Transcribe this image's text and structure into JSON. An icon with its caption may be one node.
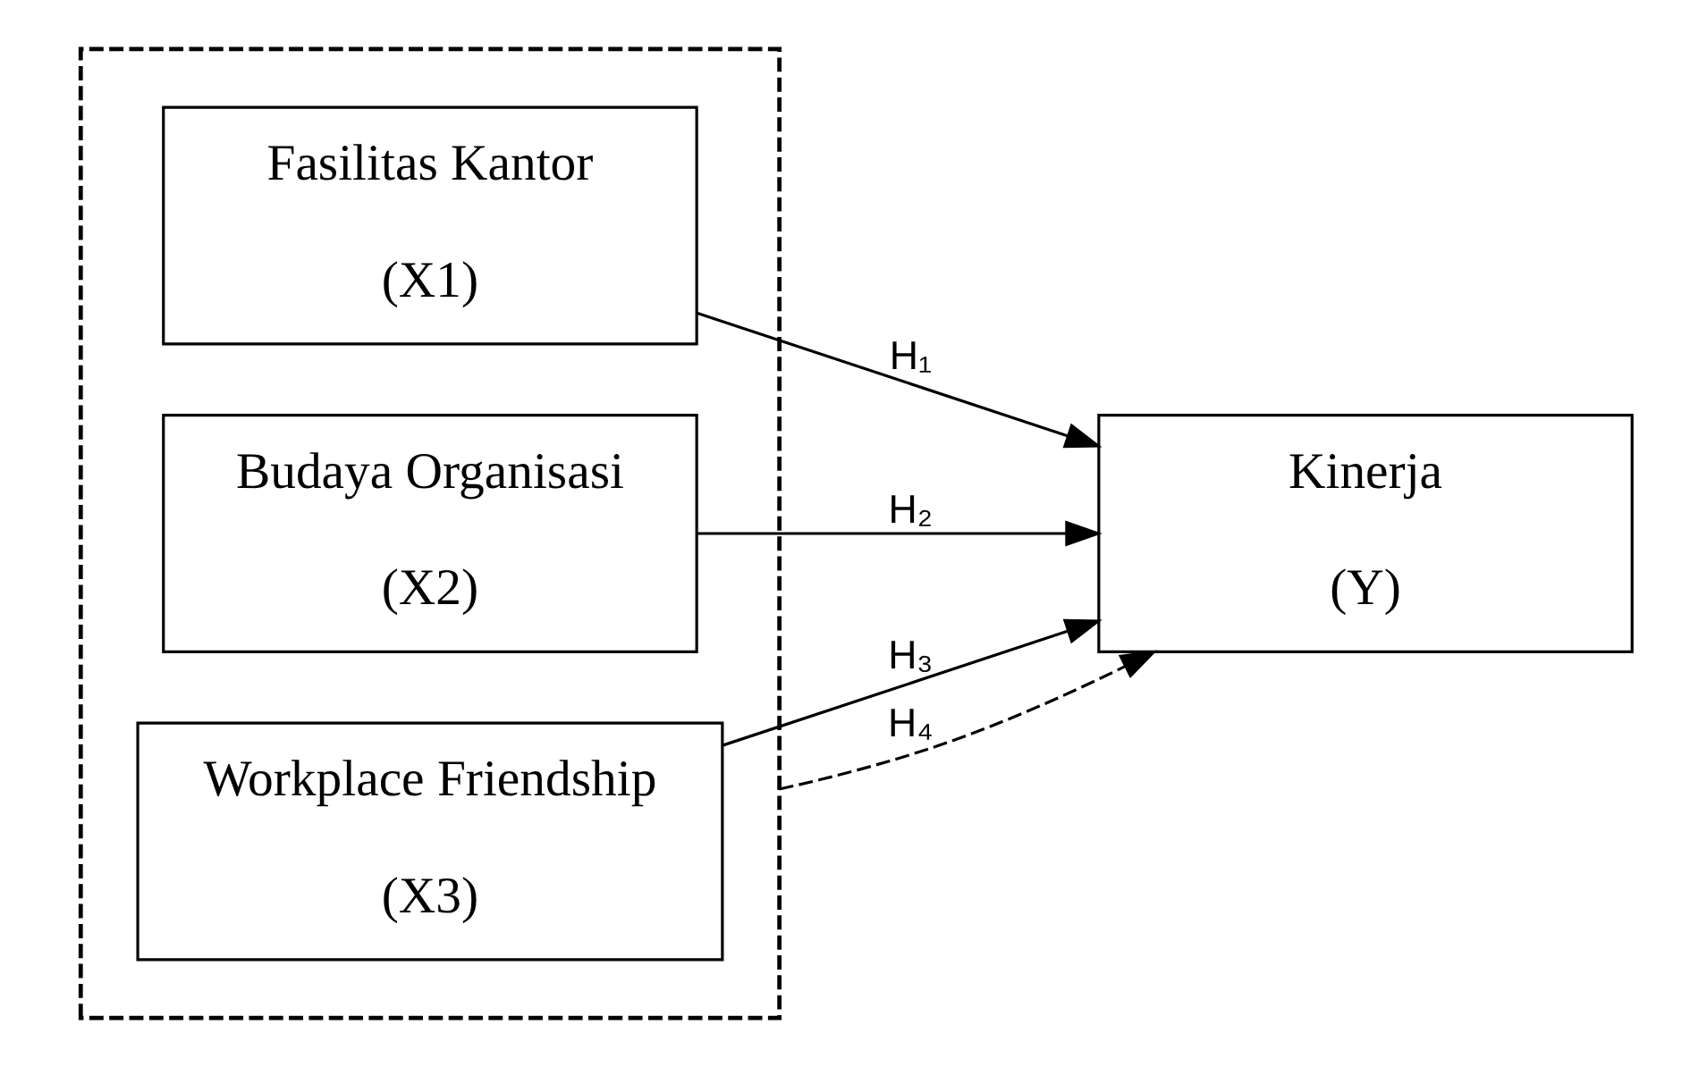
{
  "diagram": {
    "nodes": [
      {
        "text": [],
        "shape": "box"
      },
      {
        "text": [
          "Fasilitas Kantor",
          "(X1)"
        ],
        "in": 0
      },
      {
        "text": [
          "Budaya Organisasi",
          "(X2)"
        ],
        "in": 0
      },
      {
        "text": [
          "Workplace Friendship",
          "(X3)"
        ],
        "in": 0
      },
      {
        "text": [
          "Kinerja",
          "(Y)"
        ]
      }
    ],
    "edges": [
      {
        "from": 1,
        "to": 4,
        "arrow": "to",
        "label": "H₁"
      },
      {
        "from": 2,
        "to": 4,
        "arrow": "to",
        "label": "H₂"
      },
      {
        "from": 3,
        "to": 4,
        "arrow": "to",
        "label": "H₃"
      },
      {
        "from": 0,
        "to": 4,
        "arrow": "to",
        "label": "H₄",
        "style": "dashed"
      }
    ]
  }
}
